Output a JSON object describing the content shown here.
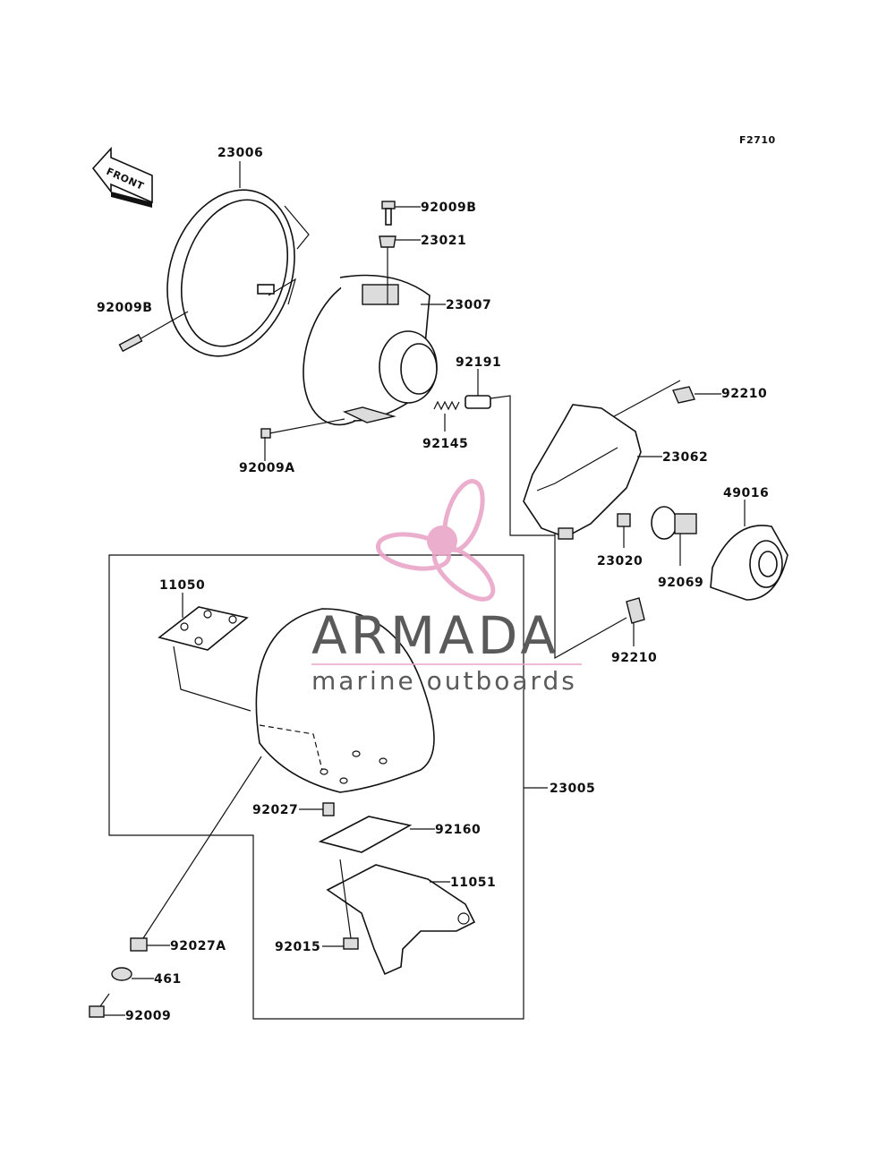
{
  "diagram_code": "F2710",
  "front_arrow_text": "FRONT",
  "watermark": {
    "brand": "ARMADA",
    "tagline": "marine outboards",
    "color_pink": "#e9a6c8",
    "color_text": "#5a5a5a"
  },
  "parts": {
    "p23006": "23006",
    "p92009B_top": "92009B",
    "p23021": "23021",
    "p92009B_left": "92009B",
    "p23007": "23007",
    "p92191": "92191",
    "p92210_top": "92210",
    "p92145": "92145",
    "p23062": "23062",
    "p92009A": "92009A",
    "p49016": "49016",
    "p23020": "23020",
    "p92069": "92069",
    "p11050": "11050",
    "p92210_bottom": "92210",
    "p23005": "23005",
    "p92027": "92027",
    "p92160": "92160",
    "p11051": "11051",
    "p92027A": "92027A",
    "p92015": "92015",
    "p461": "461",
    "p92009": "92009"
  }
}
